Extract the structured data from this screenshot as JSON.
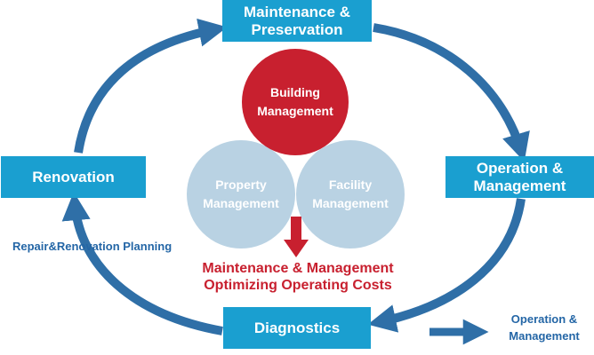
{
  "cycle": {
    "top": [
      "Maintenance &",
      "Preservation"
    ],
    "right": [
      "Operation &",
      "Management"
    ],
    "bottom": "Diagnostics",
    "left": "Renovation"
  },
  "center": {
    "building": [
      "Building",
      "Management"
    ],
    "property": [
      "Property",
      "Management"
    ],
    "facility": [
      "Facility",
      "Management"
    ]
  },
  "annotations": {
    "repair_planning": "Repair&Renovation Planning",
    "caption": [
      "Maintenance & Management",
      "Optimizing Operating Costs"
    ]
  },
  "legend": {
    "label": [
      "Operation &",
      "Management"
    ]
  },
  "colors": {
    "box": "#1a9fd0",
    "arrow": "#2f6fa7",
    "accent_red": "#c8202f",
    "circle_light": "#b9d2e3",
    "label_blue": "#2466a6"
  }
}
